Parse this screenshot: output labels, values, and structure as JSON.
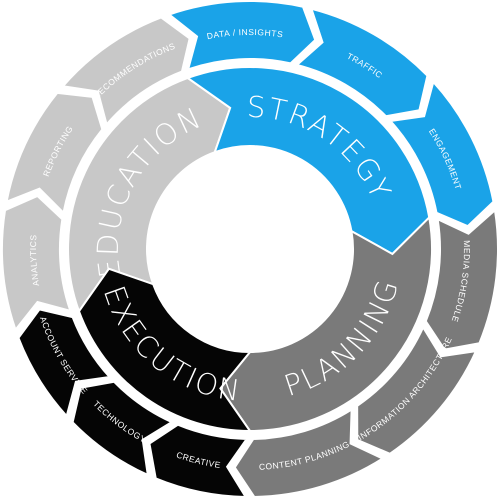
{
  "diagram": {
    "sectors": [
      {
        "name": "EDUCATION",
        "color": "#c8c8c8",
        "items": [
          "ANALYTICS",
          "REPORTING",
          "RECOMMENDATIONS"
        ]
      },
      {
        "name": "STRATEGY",
        "color": "#1aa3e8",
        "items": [
          "DATA / INSIGHTS",
          "TRAFFIC",
          "ENGAGEMENT"
        ]
      },
      {
        "name": "PLANNING",
        "color": "#7a7a7a",
        "items": [
          "MEDIA SCHEDULE",
          "INFORMATION ARCHITECTURE",
          "CONTENT PLANNING"
        ]
      },
      {
        "name": "EXECUTION",
        "color": "#050505",
        "items": [
          "CREATIVE",
          "TECHNOLOGY",
          "ACCOUNT SERVICE"
        ]
      }
    ]
  }
}
